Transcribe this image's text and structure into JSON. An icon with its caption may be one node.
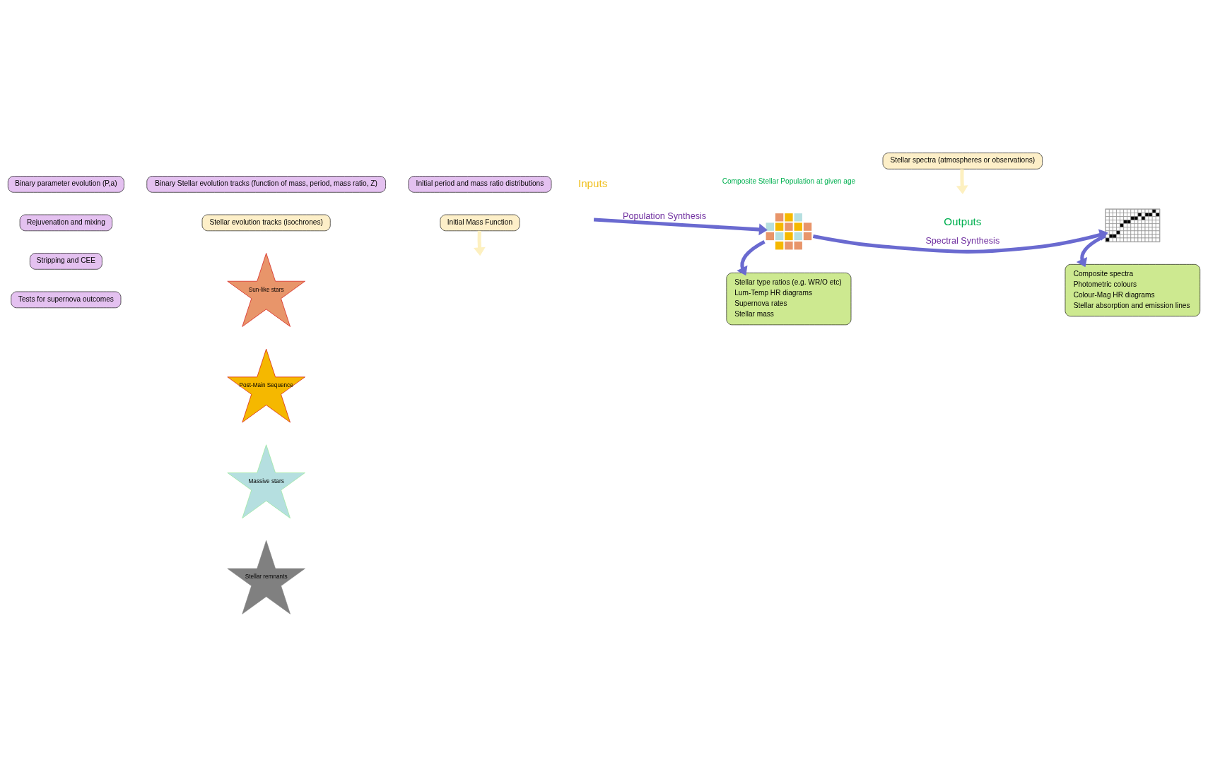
{
  "diagram": {
    "nodes": [
      {
        "text": [
          "Binary parameter evolution (P,a)"
        ]
      },
      {
        "text": [
          "Rejuvenation and mixing"
        ]
      },
      {
        "text": [
          "Stripping and CEE"
        ]
      },
      {
        "text": [
          "Tests for supernova outcomes"
        ]
      },
      {
        "text": [
          "Binary Stellar evolution tracks (function of mass, period, mass ratio, Z)"
        ]
      },
      {
        "text": [
          "Initial period and mass ratio distributions"
        ]
      },
      {
        "text": [
          "Stellar evolution tracks (isochrones)"
        ]
      },
      {
        "text": [
          "Initial Mass Function"
        ]
      },
      {
        "text": [
          "Stellar spectra (atmospheres or observations)"
        ]
      },
      {
        "text": [
          "Sun-like stars"
        ]
      },
      {
        "text": [
          "Post-Main Sequence"
        ]
      },
      {
        "text": [
          "Massive stars"
        ]
      },
      {
        "text": [
          "Stellar remnants"
        ]
      },
      {
        "text": [],
        "shape": "picture",
        "beside": [
          "Composite Stellar Population at given age"
        ]
      },
      {
        "text": [],
        "shape": "picture"
      },
      {
        "text": [
          "Stellar type ratios (e.g. WR/O etc)",
          "Lum-Temp HR diagrams",
          "Supernova rates",
          "Stellar mass"
        ]
      },
      {
        "text": [
          "Composite spectra",
          "Photometric colours",
          "Colour-Mag HR diagrams",
          "Stellar absorption and emission lines"
        ]
      }
    ],
    "edges": [
      {
        "from": 7,
        "to": null,
        "arrow": "to",
        "color": "#fdf0c0"
      },
      {
        "from": null,
        "to": 13,
        "arrow": "to",
        "label": "Population Synthesis"
      },
      {
        "from": 8,
        "to": null,
        "arrow": "to",
        "color": "#fdf0c0"
      },
      {
        "from": 13,
        "to": 14,
        "arrow": "to",
        "label": "Spectral Synthesis"
      },
      {
        "from": 13,
        "to": 15,
        "arrow": "to"
      },
      {
        "from": 14,
        "to": 16,
        "arrow": "to"
      }
    ],
    "labels": [
      "Inputs",
      "Outputs"
    ]
  }
}
